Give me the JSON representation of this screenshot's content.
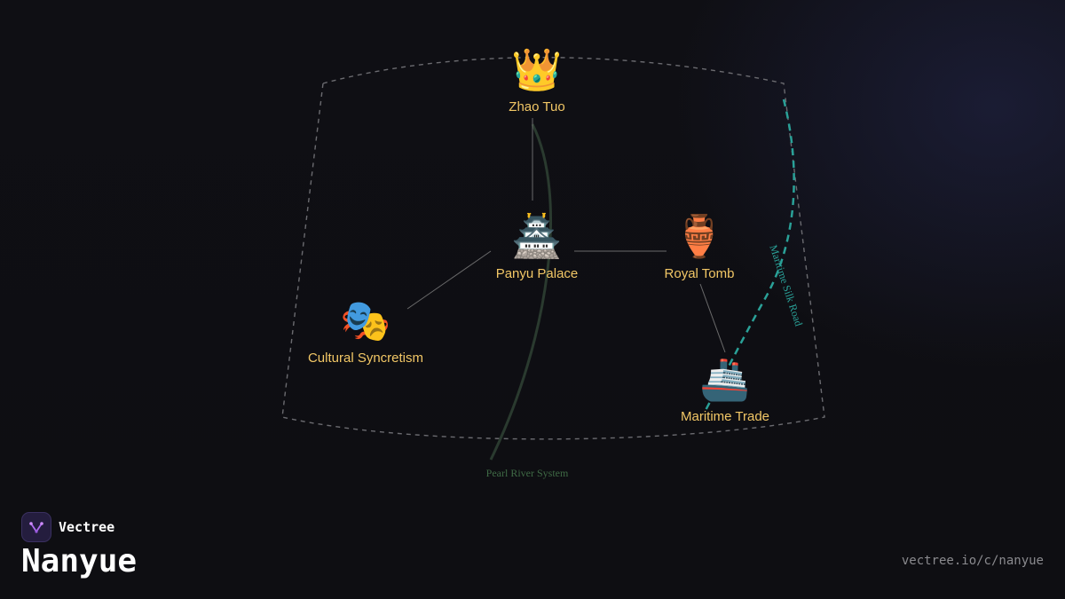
{
  "colors": {
    "label": "#f2c766",
    "border": "#6b6b70",
    "connector": "#8a8a8a",
    "river": "#2a3a2f",
    "river_label": "#3f6a45",
    "silk_road": "#2aa198",
    "silk_road_label": "#2aa198"
  },
  "nodes": [
    {
      "id": "zhao-tuo",
      "label": "Zhao Tuo",
      "icon": "👑",
      "icon_name": "crown-icon"
    },
    {
      "id": "panyu-palace",
      "label": "Panyu Palace",
      "icon": "🏯",
      "icon_name": "palace-icon"
    },
    {
      "id": "royal-tomb",
      "label": "Royal Tomb",
      "icon": "🏺",
      "icon_name": "amphora-icon"
    },
    {
      "id": "cultural-syncretism",
      "label": "Cultural Syncretism",
      "icon": "🎭",
      "icon_name": "theater-masks-icon"
    },
    {
      "id": "maritime-trade",
      "label": "Maritime Trade",
      "icon": "🚢",
      "icon_name": "ship-icon"
    }
  ],
  "connections": [
    {
      "from": "zhao-tuo",
      "to": "panyu-palace"
    },
    {
      "from": "panyu-palace",
      "to": "royal-tomb"
    },
    {
      "from": "panyu-palace",
      "to": "cultural-syncretism"
    },
    {
      "from": "royal-tomb",
      "to": "maritime-trade"
    }
  ],
  "routes": {
    "river": "Pearl River System",
    "silk_road": "Maritime Silk Road"
  },
  "brand": {
    "name": "Vectree",
    "logo_icon": "vectree-logo-icon"
  },
  "title": "Nanyue",
  "url": "vectree.io/c/nanyue"
}
